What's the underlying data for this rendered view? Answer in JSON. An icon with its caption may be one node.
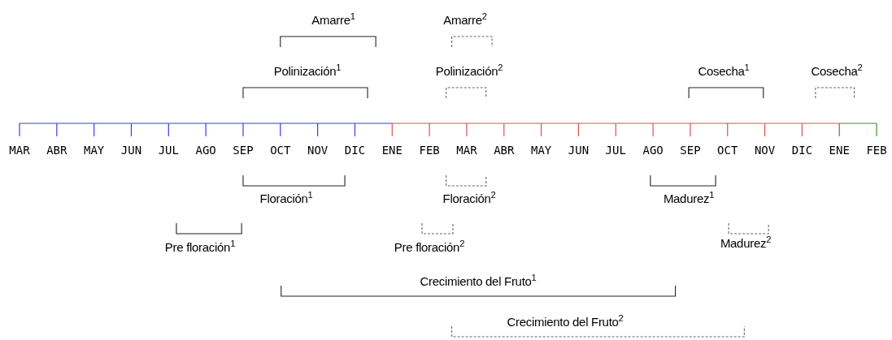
{
  "diagram": {
    "labels": [
      "MAR",
      "ABR",
      "MAY",
      "JUN",
      "JUL",
      "AGO",
      "SEP",
      "OCT",
      "NOV",
      "DIC",
      "ENE",
      "FEB",
      "MAR",
      "ABR",
      "MAY",
      "JUN",
      "JUL",
      "AGO",
      "SEP",
      "OCT",
      "NOV",
      "DIC",
      "ENE",
      "FEB",
      "Amarre$^{1}$",
      "Amarre$^{2}$",
      "Polinización$^{1}$",
      "Polinización$^{2}$",
      "Cosecha$^{1}$",
      "Cosecha$^{2}$",
      "Floración$^{1}$",
      "Floración$^{2}$",
      "Madurez$^{1}$",
      "Pre floración$^{1}$",
      "Pre floración$^{2}$",
      "Madurez$^{2}$",
      "Crecimiento del Fruto$^{1}$",
      "Crecimiento del Fruto$^{2}$"
    ]
  }
}
